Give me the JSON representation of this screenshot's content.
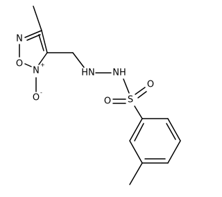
{
  "molecule": {
    "atoms": {
      "ring_n": "N",
      "ring_o": "O",
      "ring_n_oxide": "N",
      "n_oxide_charge": "+",
      "oxide_o": "O",
      "oxide_charge": "-",
      "hydrazine_nh_left": "HN",
      "hydrazine_nh_right": "NH",
      "sulfonyl_s": "S",
      "sulfonyl_o_top": "O",
      "sulfonyl_o_left": "O"
    }
  }
}
